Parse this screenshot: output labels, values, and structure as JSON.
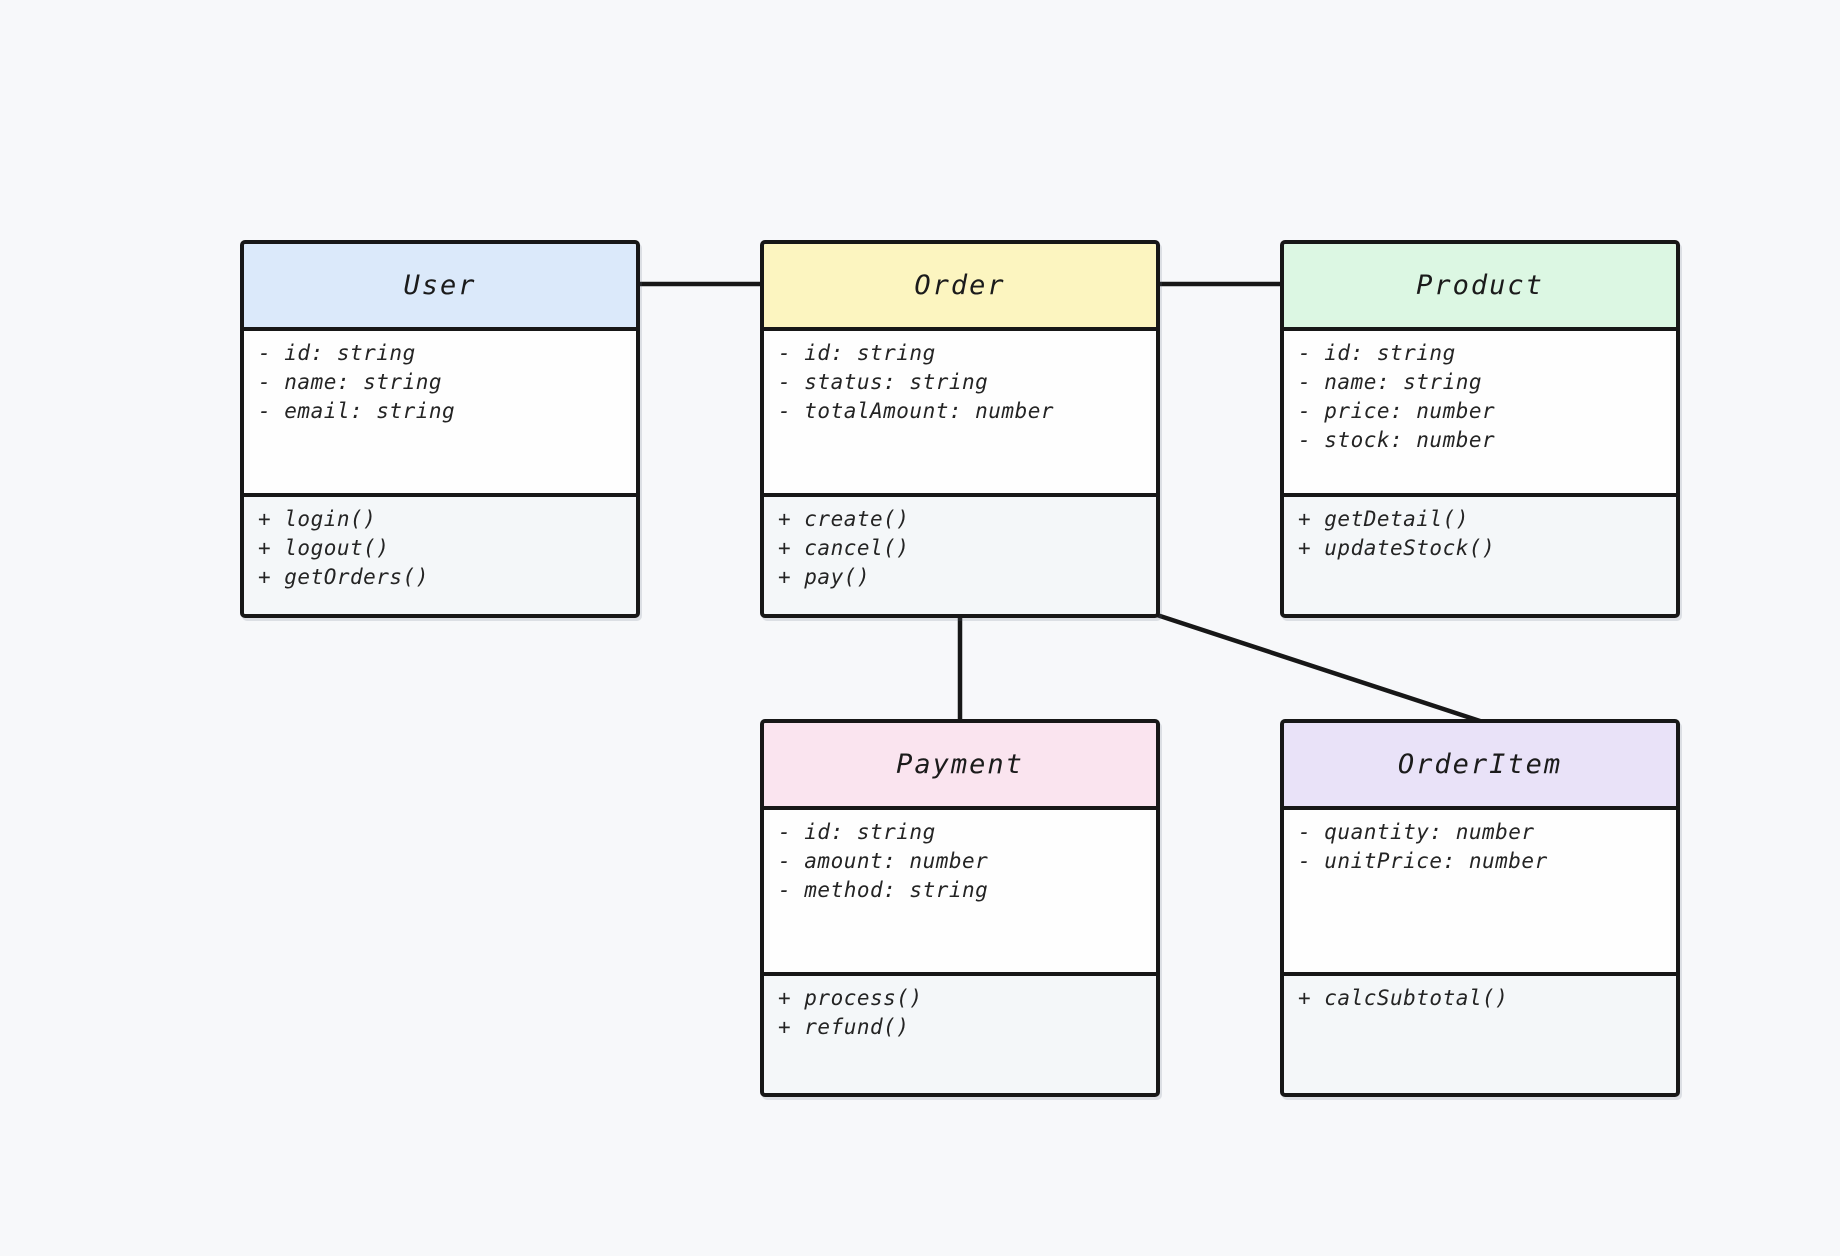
{
  "canvas": {
    "background": "#f7f8fa",
    "stroke_color": "#171717"
  },
  "classes": [
    {
      "name": "User",
      "header_color": "#dbe9fa",
      "attributes": [
        "- id: string",
        "- name: string",
        "- email: string"
      ],
      "methods": [
        "+ login()",
        "+ logout()",
        "+ getOrders()"
      ]
    },
    {
      "name": "Order",
      "header_color": "#fcf5c0",
      "attributes": [
        "- id: string",
        "- status: string",
        "- totalAmount: number"
      ],
      "methods": [
        "+ create()",
        "+ cancel()",
        "+ pay()"
      ]
    },
    {
      "name": "Product",
      "header_color": "#dcf7e3",
      "attributes": [
        "- id: string",
        "- name: string",
        "- price: number",
        "- stock: number"
      ],
      "methods": [
        "+ getDetail()",
        "+ updateStock()"
      ]
    },
    {
      "name": "Payment",
      "header_color": "#fae4ef",
      "attributes": [
        "- id: string",
        "- amount: number",
        "- method: string"
      ],
      "methods": [
        "+ process()",
        "+ refund()"
      ]
    },
    {
      "name": "OrderItem",
      "header_color": "#e9e2f8",
      "attributes": [
        "- quantity: number",
        "- unitPrice: number"
      ],
      "methods": [
        "+ calcSubtotal()"
      ]
    }
  ],
  "relations": [
    {
      "from": "User",
      "to": "Order"
    },
    {
      "from": "Order",
      "to": "Product"
    },
    {
      "from": "Order",
      "to": "Payment"
    },
    {
      "from": "Order",
      "to": "OrderItem"
    }
  ]
}
